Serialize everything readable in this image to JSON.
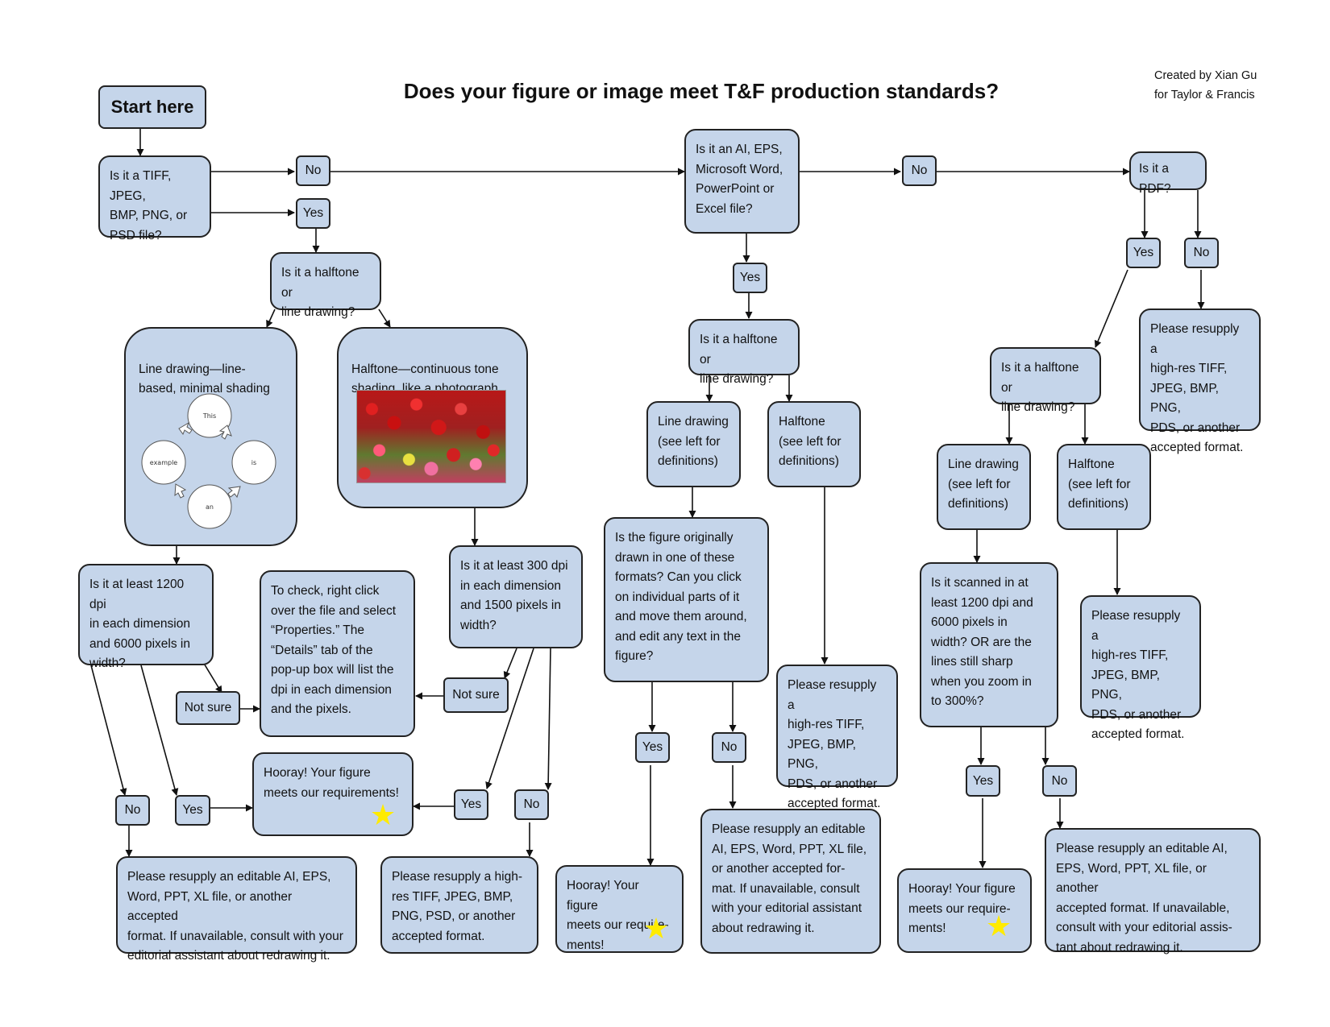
{
  "title": "Does your figure or image meet T&F production standards?",
  "credit": "Created by Xian Gu\nfor Taylor & Francis",
  "start": "Start here",
  "q_raster": "Is it a TIFF, JPEG,\nBMP, PNG, or\nPSD file?",
  "q_vector": "Is it an AI, EPS,\nMicrosoft Word,\nPowerPoint or\nExcel file?",
  "q_pdf": "Is it a PDF?",
  "q_halftone1": "Is it a halftone or\nline drawing?",
  "q_halftone2": "Is it a halftone or\nline drawing?",
  "q_halftone3": "Is it a halftone or\nline drawing?",
  "line_def": "Line drawing—line-\nbased, minimal shading",
  "halftone_def": "Halftone—continuous tone\nshading, like a photograph",
  "cycle_words": [
    "This",
    "is",
    "an",
    "example"
  ],
  "q_1200": "Is it at least 1200 dpi\nin each dimension\nand 6000 pixels in\nwidth?",
  "q_300": "Is it at least 300 dpi\nin each dimension\nand 1500 pixels in\nwidth?",
  "check_note": "To check, right click\nover the file and select\n“Properties.” The\n“Details” tab of the\npop-up box will list the\ndpi in each dimension\nand the pixels.",
  "hooray_main": "Hooray! Your figure\nmeets our requirements!",
  "hooray_short": "Hooray! Your figure\nmeets our require-\nments!",
  "resupply_editable_a": "Please resupply an editable AI, EPS,\nWord, PPT, XL file, or another accepted\nformat. If unavailable, consult with your\neditorial assistant about redrawing it.",
  "resupply_highres_psd": "Please resupply a high-\nres TIFF, JPEG, BMP,\nPNG, PSD, or another\naccepted format.",
  "line_see_left": "Line drawing\n(see left for\ndefinitions)",
  "halftone_see_left": "Halftone\n(see left for\ndefinitions)",
  "q_original": "Is the figure originally\ndrawn in one of these\nformats? Can you click\non individual parts of it\nand move them around,\nand edit any text in the\nfigure?",
  "resupply_highres_pds": "Please resupply a\nhigh-res TIFF,\nJPEG, BMP, PNG,\nPDS, or another\naccepted format.",
  "resupply_editable_b": "Please resupply an editable\nAI, EPS, Word, PPT, XL file,\nor another accepted for-\nmat. If unavailable, consult\nwith your editorial assistant\nabout redrawing it.",
  "q_scanned": "Is it scanned in at\nleast 1200 dpi and\n6000 pixels in\nwidth? OR are the\nlines still sharp\nwhen you zoom in\nto 300%?",
  "resupply_editable_c": "Please resupply an editable AI,\nEPS, Word, PPT, XL file, or another\naccepted format. If unavailable,\nconsult with your editorial assis-\ntant about redrawing it.",
  "labels": {
    "yes": "Yes",
    "no": "No",
    "not_sure": "Not sure"
  }
}
